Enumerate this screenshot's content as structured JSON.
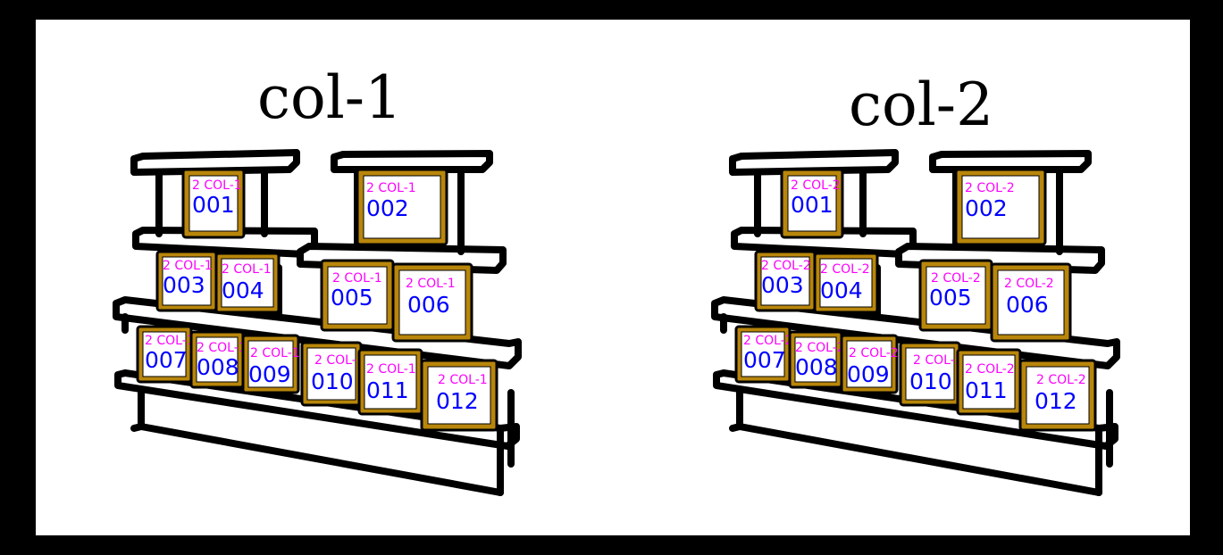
{
  "diagram": {
    "background": "#000000",
    "panel_color": "#ffffff",
    "box_frame_color": "#b8860b",
    "code_color": "#ff00ff",
    "number_color": "#0000ff",
    "columns": [
      {
        "title": "col-1",
        "code": "2 COL-1",
        "boxes": [
          "001",
          "002",
          "003",
          "004",
          "005",
          "006",
          "007",
          "008",
          "009",
          "010",
          "011",
          "012"
        ]
      },
      {
        "title": "col-2",
        "code": "2 COL-2",
        "boxes": [
          "001",
          "002",
          "003",
          "004",
          "005",
          "006",
          "007",
          "008",
          "009",
          "010",
          "011",
          "012"
        ]
      }
    ]
  }
}
